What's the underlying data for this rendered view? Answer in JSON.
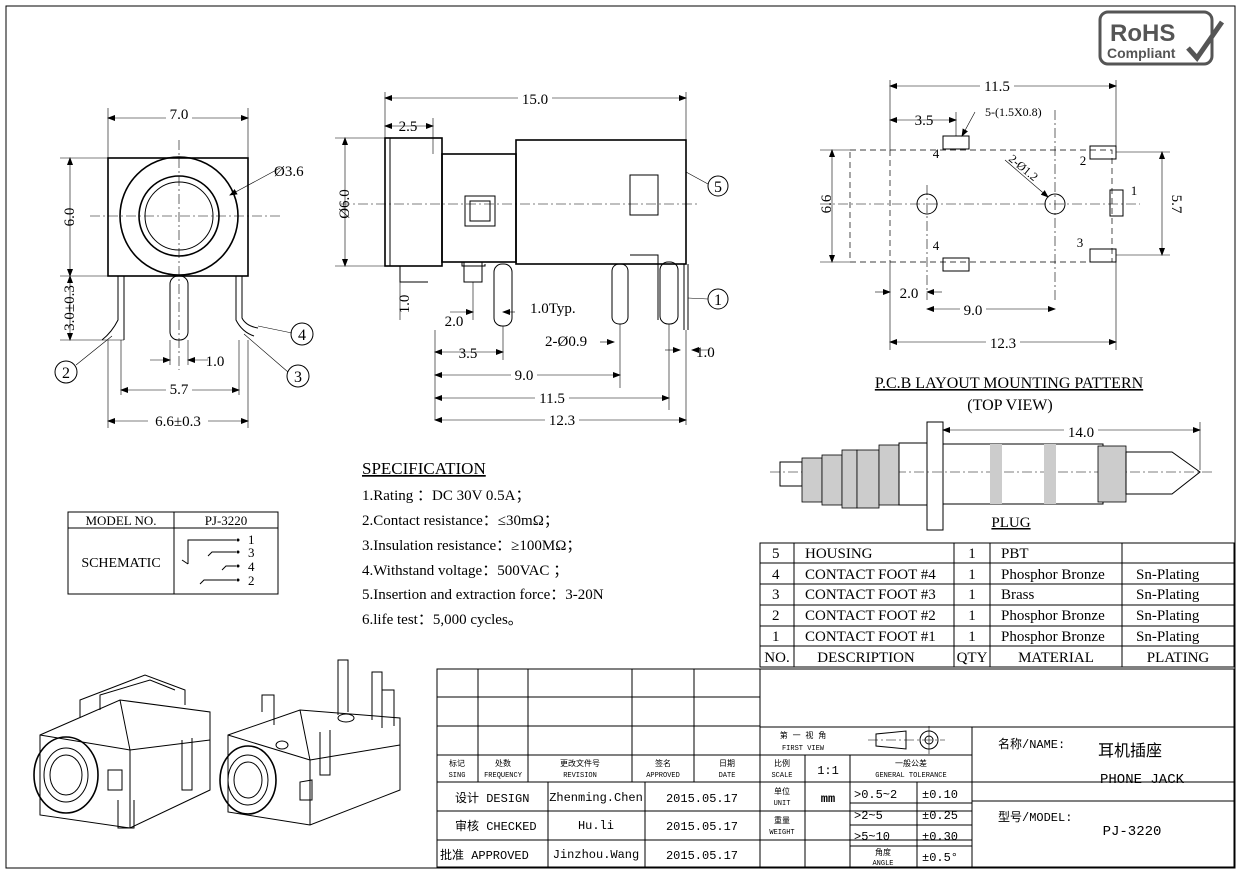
{
  "logo": {
    "line1": "RoHS",
    "line2": "Compliant"
  },
  "front_view": {
    "dim_width": "7.0",
    "dim_height": "6.0",
    "dim_diameter": "Ø3.6",
    "dim_pin_len": "3.0±0.3",
    "dim_pin_pitch": "1.0",
    "dim_pin_span": "5.7",
    "dim_total": "6.6±0.3",
    "callouts": [
      "2",
      "3",
      "4"
    ]
  },
  "side_view": {
    "dim_total_len": "15.0",
    "dim_front": "2.5",
    "dim_dia": "Ø6.0",
    "dim_step": "1.0",
    "dim_pin_off": "2.0",
    "dim_typ": "1.0Typ.",
    "dim_pin_dia": "2-Ø0.9",
    "dim_pin_w": "1.0",
    "dim_35": "3.5",
    "dim_90": "9.0",
    "dim_115": "11.5",
    "dim_123": "12.3",
    "callouts": [
      "5",
      "1"
    ]
  },
  "pcb_view": {
    "dim_width": "11.5",
    "dim_35": "3.5",
    "pad_note": "5-(1.5X0.8)",
    "hole_note": "2-Ø1.2",
    "dim_height": "6.6",
    "dim_57": "5.7",
    "dim_20": "2.0",
    "dim_90": "9.0",
    "dim_123": "12.3",
    "pad_labels": [
      "1",
      "2",
      "3",
      "4",
      "4"
    ],
    "title": "P.C.B LAYOUT MOUNTING PATTERN",
    "subtitle": "(TOP VIEW)"
  },
  "plug": {
    "dim_len": "14.0",
    "label": "PLUG"
  },
  "specification": {
    "title": "SPECIFICATION",
    "items": [
      "1.Rating ：DC 30V 0.5A；",
      "2.Contact resistance：≤30mΩ；",
      "3.Insulation resistance：≥100MΩ；",
      "4.Withstand voltage：500VAC ；",
      "5.Insertion and extraction force：3-20N",
      "6.life test：5,000 cycles。"
    ]
  },
  "model_box": {
    "model_label": "MODEL NO.",
    "model_value": "PJ-3220",
    "schematic_label": "SCHEMATIC",
    "pins": [
      "1",
      "3",
      "4",
      "2"
    ]
  },
  "bom": {
    "header": [
      "NO.",
      "DESCRIPTION",
      "QTY",
      "MATERIAL",
      "PLATING"
    ],
    "rows": [
      [
        "5",
        "HOUSING",
        "1",
        "PBT",
        ""
      ],
      [
        "4",
        "CONTACT FOOT #4",
        "1",
        "Phosphor Bronze",
        "Sn-Plating"
      ],
      [
        "3",
        "CONTACT FOOT #3",
        "1",
        "Brass",
        "Sn-Plating"
      ],
      [
        "2",
        "CONTACT FOOT #2",
        "1",
        "Phosphor Bronze",
        "Sn-Plating"
      ],
      [
        "1",
        "CONTACT FOOT #1",
        "1",
        "Phosphor Bronze",
        "Sn-Plating"
      ]
    ]
  },
  "title_block": {
    "rev_headers": [
      {
        "cn": "标记",
        "en": "SING"
      },
      {
        "cn": "处数",
        "en": "FREQUENCY"
      },
      {
        "cn": "更改文件号",
        "en": "REVISION"
      },
      {
        "cn": "签名",
        "en": "APPROVED"
      },
      {
        "cn": "日期",
        "en": "DATE"
      }
    ],
    "projection_cn": "第 一 视 角",
    "projection_en": "FIRST VIEW",
    "scale_cn": "比例",
    "scale_en": "SCALE",
    "scale_value": "1:1",
    "tol_cn": "一般公差",
    "tol_en": "GENERAL TOLERANCE",
    "unit_cn": "单位",
    "unit_en": "UNIT",
    "unit_value": "mm",
    "weight_cn": "重量",
    "weight_en": "WEIGHT",
    "angle_cn": "角度",
    "angle_en": "ANGLE",
    "tolerances": [
      {
        "range": ">0.5~2",
        "tol": "±0.10"
      },
      {
        "range": ">2~5",
        "tol": "±0.25"
      },
      {
        "range": ">5~10",
        "tol": "±0.30"
      },
      {
        "range": "",
        "tol": "±0.5°"
      }
    ],
    "signoffs": [
      {
        "role": "设计 DESIGN",
        "name": "Zhenming.Chen",
        "date": "2015.05.17"
      },
      {
        "role": "审核 CHECKED",
        "name": "Hu.li",
        "date": "2015.05.17"
      },
      {
        "role": "批准 APPROVED",
        "name": "Jinzhou.Wang",
        "date": "2015.05.17"
      }
    ],
    "name_label": "名称/NAME:",
    "name_cn": "耳机插座",
    "name_en": "PHONE JACK",
    "model_label": "型号/MODEL:",
    "model_value": "PJ-3220"
  }
}
